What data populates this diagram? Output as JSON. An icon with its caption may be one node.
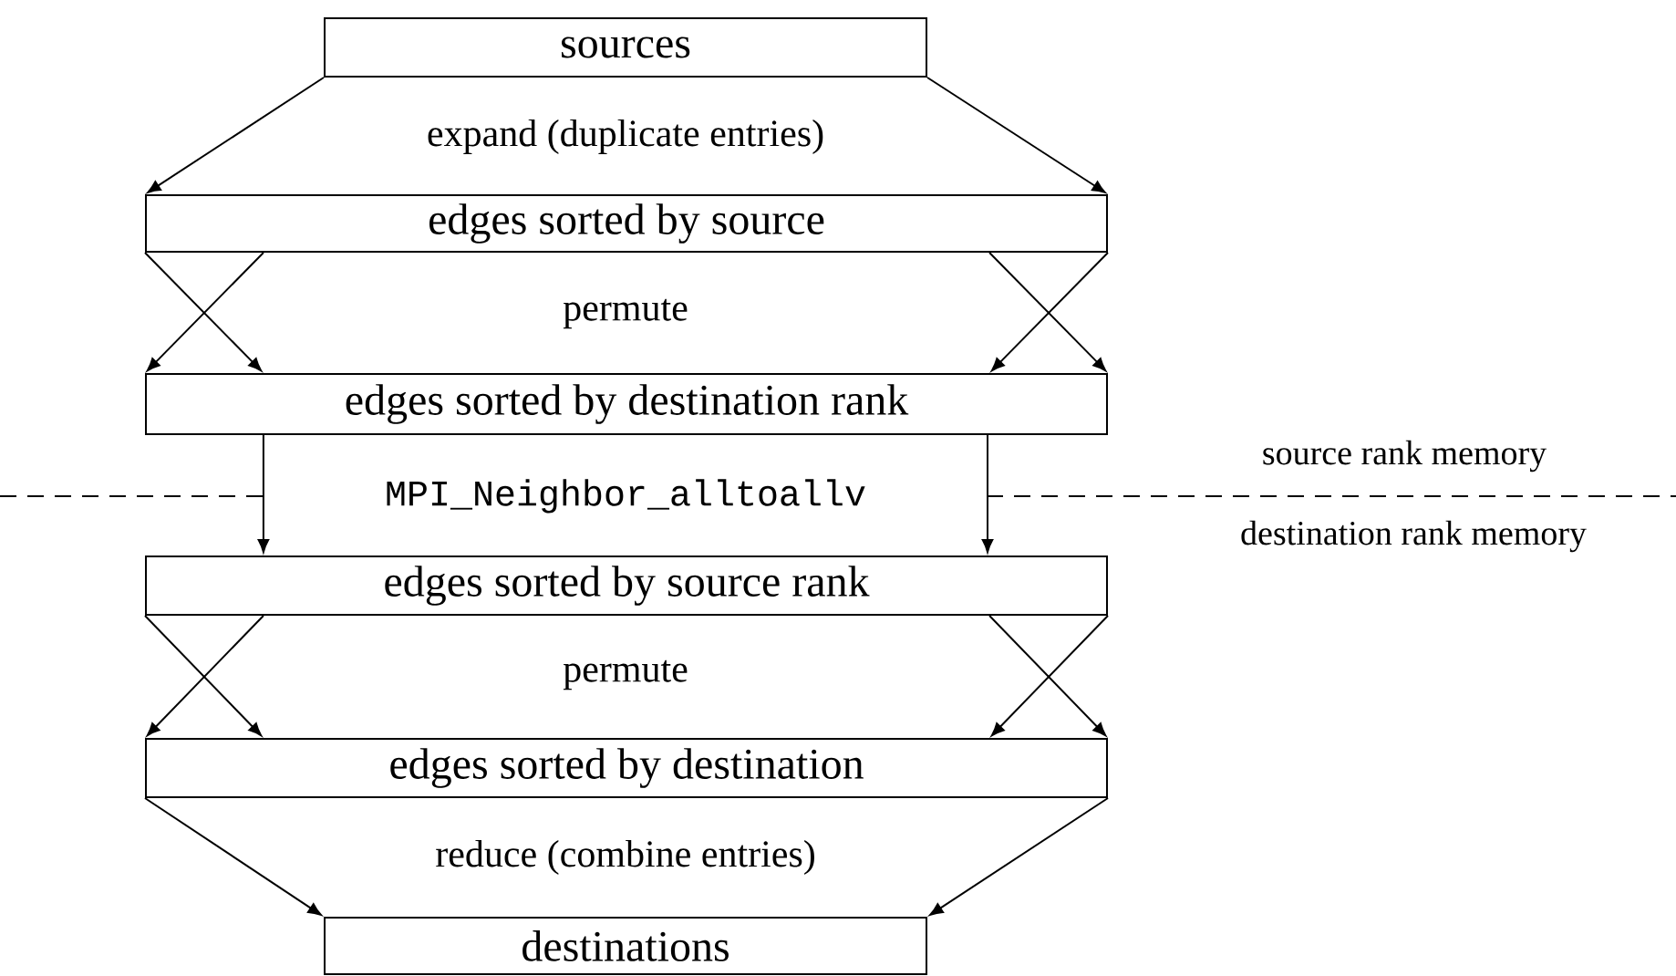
{
  "diagram": {
    "nodes": [
      {
        "text": [
          "sources"
        ]
      },
      {
        "text": [
          "edges sorted by source"
        ]
      },
      {
        "text": [
          "edges sorted by destination rank"
        ]
      },
      {
        "text": [
          "edges sorted by source rank"
        ]
      },
      {
        "text": [
          "edges sorted by destination"
        ]
      },
      {
        "text": [
          "destinations"
        ]
      }
    ],
    "edges": [
      {
        "from": 0,
        "to": 1,
        "arrow": "to"
      },
      {
        "from": 0,
        "to": 1,
        "arrow": "to"
      },
      {
        "from": 1,
        "to": 2,
        "arrow": "to"
      },
      {
        "from": 1,
        "to": 2,
        "arrow": "to"
      },
      {
        "from": 1,
        "to": 2,
        "arrow": "to"
      },
      {
        "from": 1,
        "to": 2,
        "arrow": "to"
      },
      {
        "from": 2,
        "to": 3,
        "arrow": "to"
      },
      {
        "from": 2,
        "to": 3,
        "arrow": "to"
      },
      {
        "from": 3,
        "to": 4,
        "arrow": "to"
      },
      {
        "from": 3,
        "to": 4,
        "arrow": "to"
      },
      {
        "from": 3,
        "to": 4,
        "arrow": "to"
      },
      {
        "from": 3,
        "to": 4,
        "arrow": "to"
      },
      {
        "from": 4,
        "to": 5,
        "arrow": "to"
      },
      {
        "from": 4,
        "to": 5,
        "arrow": "to"
      }
    ],
    "labels": [
      "expand (duplicate entries)",
      "permute",
      "source rank memory",
      "MPI_Neighbor_alltoallv",
      "destination rank memory",
      "permute",
      "reduce (combine entries)"
    ]
  }
}
